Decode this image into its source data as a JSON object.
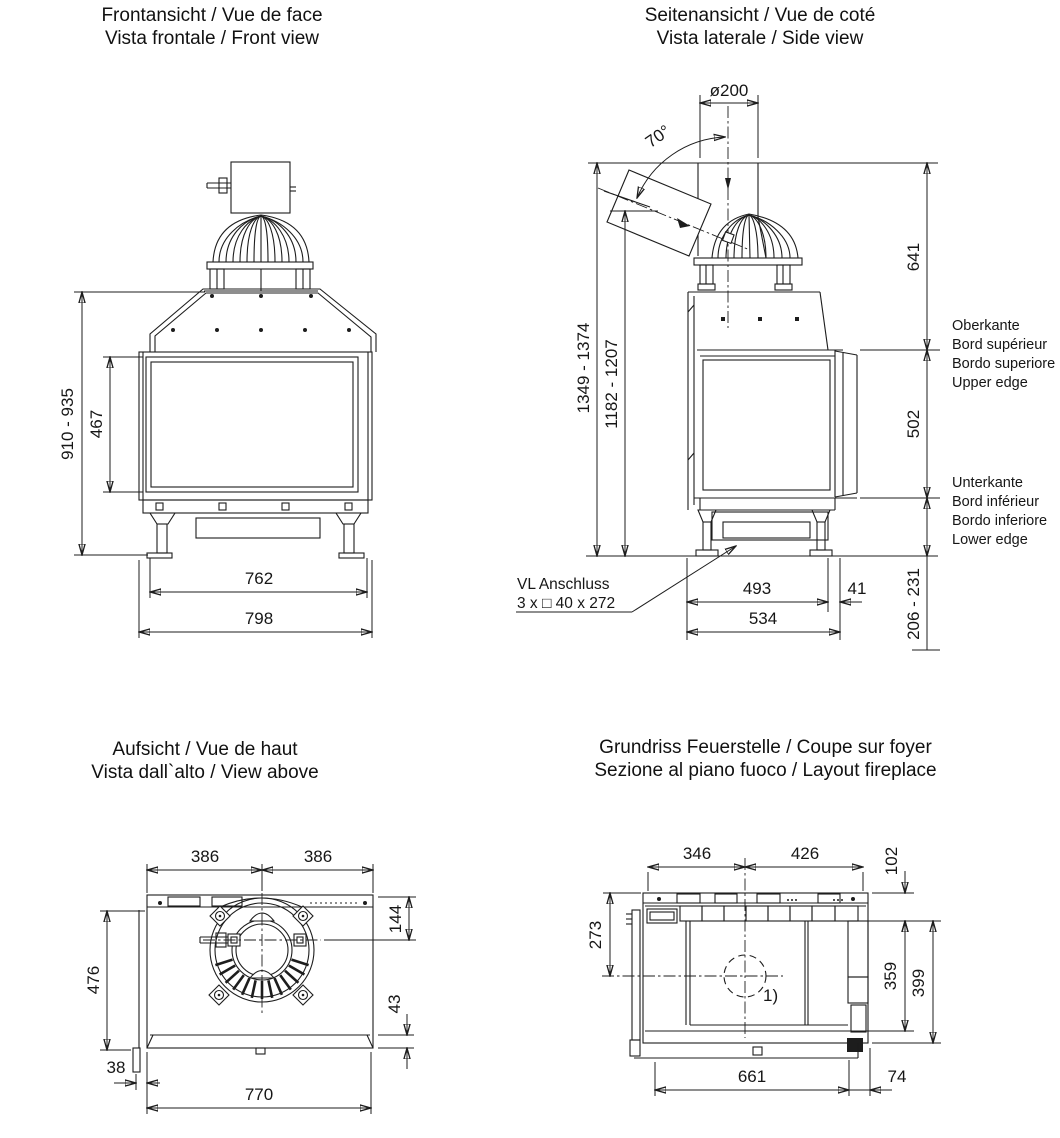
{
  "colors": {
    "ink": "#1d1d1d",
    "background": "#ffffff"
  },
  "views": {
    "front": {
      "title_line1": "Frontansicht / Vue de face",
      "title_line2": "Vista frontale / Front view",
      "dims": {
        "height_range": "910 - 935",
        "glass_height": "467",
        "feet_width": "762",
        "overall_width": "798"
      }
    },
    "side": {
      "title_line1": "Seitenansicht / Vue de coté",
      "title_line2": "Vista laterale / Side view",
      "dims": {
        "flue_diameter": "ø200",
        "flue_angle": "70°",
        "top_to_upper_edge": "641",
        "glass_panel_height": "502",
        "overall_height_range": "1349 - 1374",
        "flue_axis_height_range": "1182 - 1207",
        "base_depth_inner": "493",
        "base_depth_offset": "41",
        "base_depth_overall": "534",
        "plinth_height_range": "206 - 231"
      },
      "labels": {
        "upper_edge": [
          "Oberkante",
          "Bord supérieur",
          "Bordo superiore",
          "Upper edge"
        ],
        "lower_edge": [
          "Unterkante",
          "Bord inférieur",
          "Bordo inferiore",
          "Lower edge"
        ],
        "vl_line1": "VL Anschluss",
        "vl_line2": "3 x □ 40 x 272"
      }
    },
    "top": {
      "title_line1": "Aufsicht / Vue de haut",
      "title_line2": "Vista dall`alto / View above",
      "dims": {
        "half_width_left": "386",
        "half_width_right": "386",
        "flue_center_offset": "144",
        "front_lip": "43",
        "depth": "476",
        "side_offset": "38",
        "width": "770"
      }
    },
    "layout": {
      "title_line1": "Grundriss Feuerstelle / Coupe sur foyer",
      "title_line2": "Sezione al piano fuoco / Layout fireplace",
      "dims": {
        "left_to_center": "346",
        "center_to_right": "426",
        "rear_lining": "102",
        "center_depth": "273",
        "firebox_depth": "359",
        "inner_depth": "399",
        "firebox_width": "661",
        "side_lining": "74"
      },
      "footnote": "1)"
    }
  }
}
